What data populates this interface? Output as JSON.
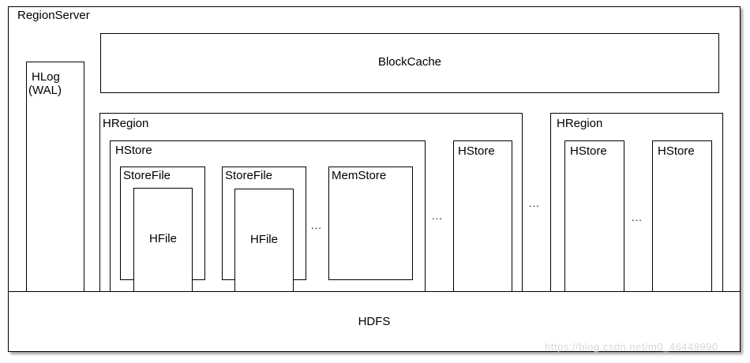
{
  "region_server": {
    "label": "RegionServer"
  },
  "hlog": {
    "label_line1": "HLog",
    "label_line2": "(WAL)"
  },
  "block_cache": {
    "label": "BlockCache"
  },
  "hregion_1": {
    "label": "HRegion",
    "hstore_main": {
      "label": "HStore",
      "storefile_1": {
        "label": "StoreFile",
        "hfile_label": "HFile"
      },
      "storefile_2": {
        "label": "StoreFile",
        "hfile_label": "HFile"
      },
      "ellipsis": "...",
      "memstore": {
        "label": "MemStore"
      }
    },
    "ellipsis": "...",
    "hstore_2": {
      "label": "HStore"
    }
  },
  "between_regions_ellipsis": "...",
  "hregion_2": {
    "label": "HRegion",
    "hstore_1": {
      "label": "HStore"
    },
    "ellipsis": "...",
    "hstore_2": {
      "label": "HStore"
    }
  },
  "hdfs": {
    "label": "HDFS"
  },
  "watermark": "https://blog.csdn.net/m0_46449990"
}
